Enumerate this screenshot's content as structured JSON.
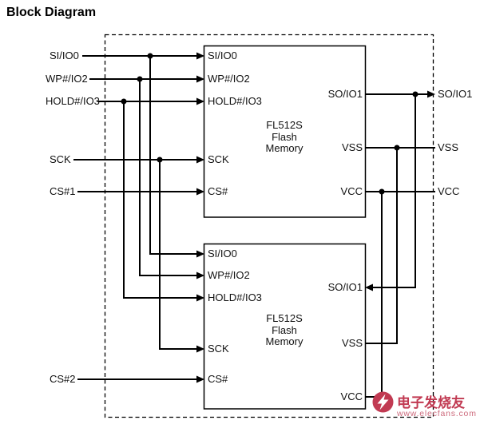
{
  "page": {
    "title": "Block Diagram"
  },
  "external": {
    "left": [
      {
        "label": "SI/IO0"
      },
      {
        "label": "WP#/IO2"
      },
      {
        "label": "HOLD#/IO3"
      },
      {
        "label": "SCK"
      },
      {
        "label": "CS#1"
      },
      {
        "label": "CS#2"
      }
    ],
    "right": [
      {
        "label": "SO/IO1"
      },
      {
        "label": "VSS"
      },
      {
        "label": "VCC"
      }
    ]
  },
  "chips": [
    {
      "title": "FL512S\nFlash\nMemory",
      "pins": {
        "si": "SI/IO0",
        "wp": "WP#/IO2",
        "hold": "HOLD#/IO3",
        "sck": "SCK",
        "cs": "CS#",
        "so": "SO/IO1",
        "vss": "VSS",
        "vcc": "VCC"
      }
    },
    {
      "title": "FL512S\nFlash\nMemory",
      "pins": {
        "si": "SI/IO0",
        "wp": "WP#/IO2",
        "hold": "HOLD#/IO3",
        "sck": "SCK",
        "cs": "CS#",
        "so": "SO/IO1",
        "vss": "VSS",
        "vcc": "VCC"
      }
    }
  ],
  "watermark": {
    "brand": "电子发烧友",
    "url": "www.elecfans.com"
  }
}
